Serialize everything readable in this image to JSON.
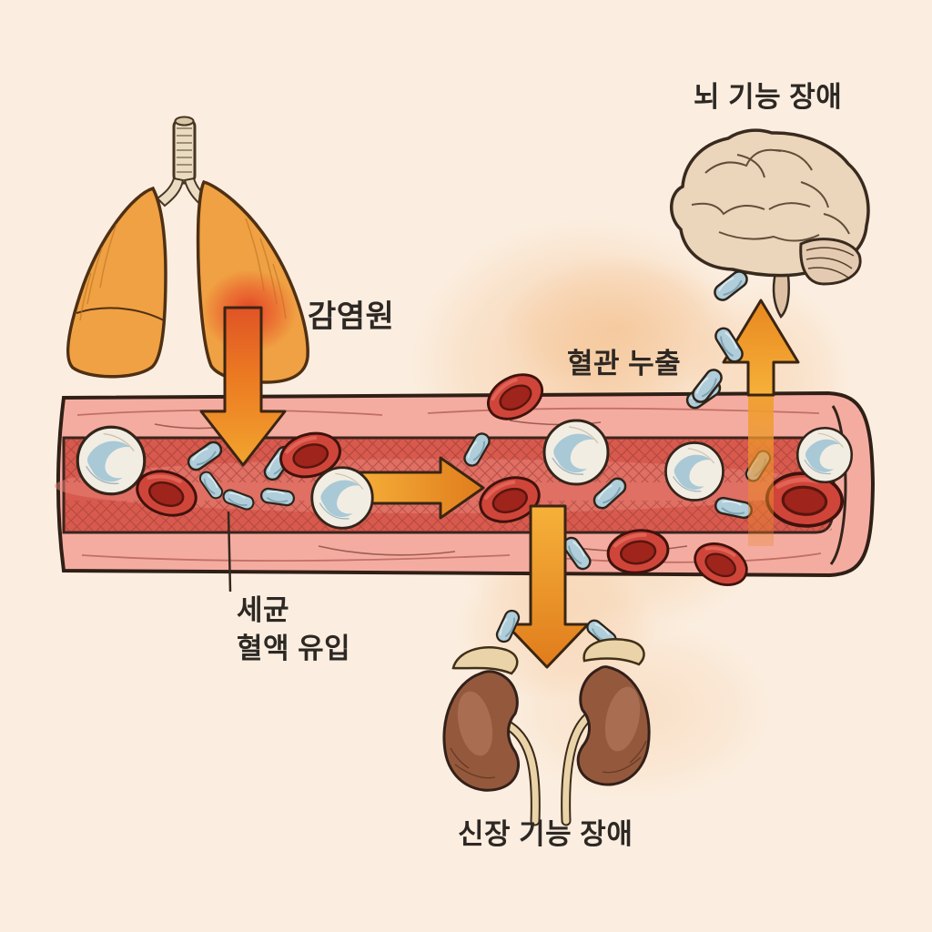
{
  "labels": {
    "brain_dysfunction": "뇌 기능 장애",
    "infection_source": "감염원",
    "vascular_leak": "혈관 누출",
    "bacteria_entry_line1": "세균",
    "bacteria_entry_line2": "혈액 유입",
    "kidney_dysfunction": "신장 기능 장애"
  },
  "colors": {
    "background": "#fbeee0",
    "watercolor_glow": "#f2b275",
    "lung_orange": "#f0a143",
    "infection_red": "#e04a2e",
    "trachea_tan": "#e9dcc2",
    "brain_beige": "#ebd5bb",
    "kidney_brown": "#94593c",
    "adrenal_tan": "#ead3a8",
    "vessel_wall_pink": "#f4aca1",
    "vessel_lumen_red": "#d85a4e",
    "rbc_red": "#d0453a",
    "wbc_white": "#f2ede2",
    "bacteria_blue": "#b0cdda",
    "arrow_orange": "#f0a02c",
    "outline_dark": "#33241a",
    "label_text": "#2d2824"
  },
  "icons": [
    "lungs-illustration",
    "trachea-illustration",
    "brain-illustration",
    "kidneys-illustration",
    "blood-vessel-illustration",
    "red-blood-cell-icon",
    "white-blood-cell-icon",
    "bacterium-icon",
    "down-arrow-icon",
    "right-arrow-icon",
    "up-arrow-icon"
  ]
}
